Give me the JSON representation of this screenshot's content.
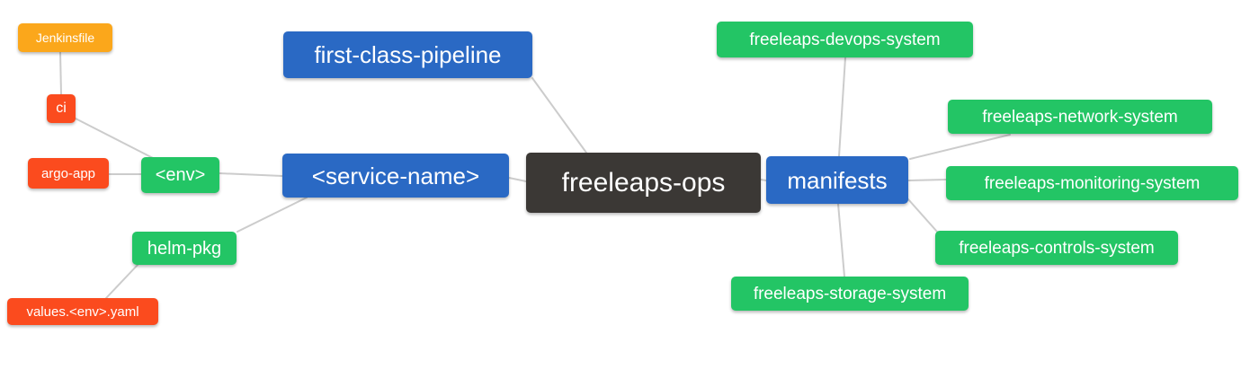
{
  "title": "freeleaps-ops",
  "colors": {
    "orange": "#FBA71B",
    "red": "#FB4B1E",
    "green": "#23C565",
    "blue": "#2A69C4",
    "dark": "#3B3835",
    "edge": "#CCCCCC",
    "node_text": "#FFFFFF",
    "background": "#FFFFFF"
  },
  "mindmap": {
    "root_label": "freeleaps-ops",
    "nodes": [
      {
        "id": "jenkinsfile",
        "label": "Jenkinsfile",
        "color": "orange"
      },
      {
        "id": "ci",
        "label": "ci",
        "color": "red"
      },
      {
        "id": "argo-app",
        "label": "argo-app",
        "color": "red"
      },
      {
        "id": "env",
        "label": "<env>",
        "color": "green"
      },
      {
        "id": "helm-pkg",
        "label": "helm-pkg",
        "color": "green"
      },
      {
        "id": "values-env-yaml",
        "label": "values.<env>.yaml",
        "color": "red"
      },
      {
        "id": "first-class-pipeline",
        "label": "first-class-pipeline",
        "color": "blue"
      },
      {
        "id": "service-name",
        "label": "<service-name>",
        "color": "blue"
      },
      {
        "id": "freeleaps-ops",
        "label": "freeleaps-ops",
        "color": "dark"
      },
      {
        "id": "manifests",
        "label": "manifests",
        "color": "blue"
      },
      {
        "id": "devops-system",
        "label": "freeleaps-devops-system",
        "color": "green"
      },
      {
        "id": "network-system",
        "label": "freeleaps-network-system",
        "color": "green"
      },
      {
        "id": "monitoring-system",
        "label": "freeleaps-monitoring-system",
        "color": "green"
      },
      {
        "id": "controls-system",
        "label": "freeleaps-controls-system",
        "color": "green"
      },
      {
        "id": "storage-system",
        "label": "freeleaps-storage-system",
        "color": "green"
      }
    ],
    "edges": [
      {
        "from": "jenkinsfile",
        "to": "ci"
      },
      {
        "from": "ci",
        "to": "env"
      },
      {
        "from": "argo-app",
        "to": "env"
      },
      {
        "from": "env",
        "to": "service-name"
      },
      {
        "from": "helm-pkg",
        "to": "service-name"
      },
      {
        "from": "values-env-yaml",
        "to": "helm-pkg"
      },
      {
        "from": "service-name",
        "to": "freeleaps-ops"
      },
      {
        "from": "first-class-pipeline",
        "to": "freeleaps-ops"
      },
      {
        "from": "freeleaps-ops",
        "to": "manifests"
      },
      {
        "from": "manifests",
        "to": "devops-system"
      },
      {
        "from": "manifests",
        "to": "network-system"
      },
      {
        "from": "manifests",
        "to": "monitoring-system"
      },
      {
        "from": "manifests",
        "to": "controls-system"
      },
      {
        "from": "manifests",
        "to": "storage-system"
      }
    ]
  }
}
